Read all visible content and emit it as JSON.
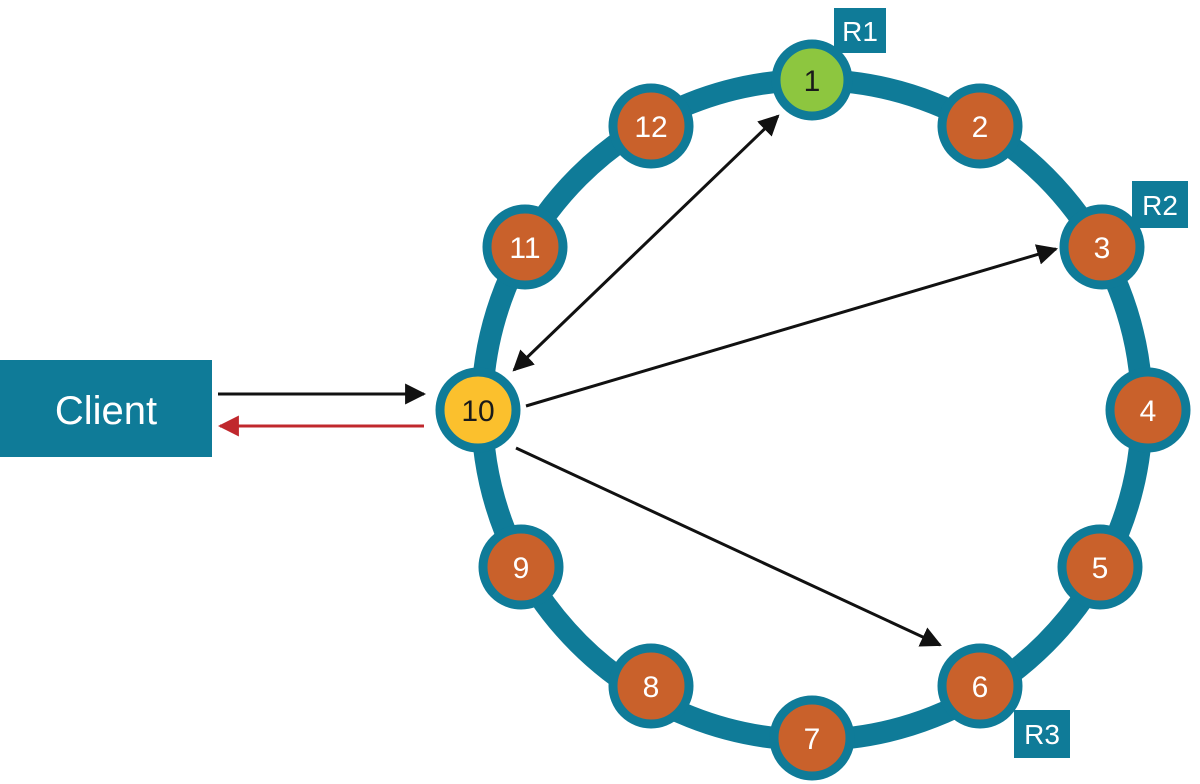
{
  "client": {
    "label": "Client"
  },
  "nodes": [
    {
      "id": 1,
      "label": "1",
      "role": "replica"
    },
    {
      "id": 2,
      "label": "2",
      "role": "node"
    },
    {
      "id": 3,
      "label": "3",
      "role": "replica"
    },
    {
      "id": 4,
      "label": "4",
      "role": "node"
    },
    {
      "id": 5,
      "label": "5",
      "role": "node"
    },
    {
      "id": 6,
      "label": "6",
      "role": "replica"
    },
    {
      "id": 7,
      "label": "7",
      "role": "node"
    },
    {
      "id": 8,
      "label": "8",
      "role": "node"
    },
    {
      "id": 9,
      "label": "9",
      "role": "node"
    },
    {
      "id": 10,
      "label": "10",
      "role": "coordinator"
    },
    {
      "id": 11,
      "label": "11",
      "role": "node"
    },
    {
      "id": 12,
      "label": "12",
      "role": "node"
    }
  ],
  "replica_tags": [
    {
      "label": "R1",
      "node": 1
    },
    {
      "label": "R2",
      "node": 3
    },
    {
      "label": "R3",
      "node": 6
    }
  ],
  "colors": {
    "ring": "#0f7b98",
    "node": "#c9612b",
    "replica_primary": "#8dc63f",
    "coordinator": "#fbc02d",
    "tag": "#0f7b98",
    "arrow": "#111111",
    "response_arrow": "#c0282d"
  }
}
